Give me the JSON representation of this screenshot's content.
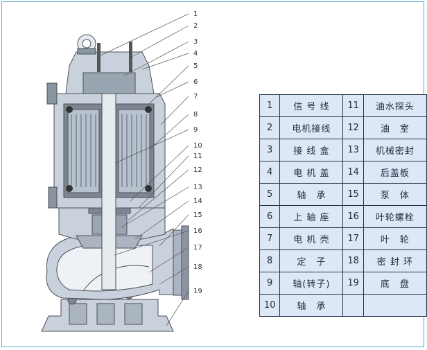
{
  "callouts": [
    "1",
    "2",
    "3",
    "4",
    "5",
    "6",
    "7",
    "8",
    "9",
    "10",
    "11",
    "12",
    "13",
    "14",
    "15",
    "16",
    "17",
    "18",
    "19"
  ],
  "legend": {
    "rows": [
      [
        {
          "num": "1",
          "name": "信 号 线"
        },
        {
          "num": "11",
          "name": "油水探头"
        }
      ],
      [
        {
          "num": "2",
          "name": "电机接线"
        },
        {
          "num": "12",
          "name": "油　室"
        }
      ],
      [
        {
          "num": "3",
          "name": "接 线 盒"
        },
        {
          "num": "13",
          "name": "机械密封"
        }
      ],
      [
        {
          "num": "4",
          "name": "电 机 盖"
        },
        {
          "num": "14",
          "name": "后盖板"
        }
      ],
      [
        {
          "num": "5",
          "name": "轴　承"
        },
        {
          "num": "15",
          "name": "泵　体"
        }
      ],
      [
        {
          "num": "6",
          "name": "上 轴 座"
        },
        {
          "num": "16",
          "name": "叶轮螺栓"
        }
      ],
      [
        {
          "num": "7",
          "name": "电 机 壳"
        },
        {
          "num": "17",
          "name": "叶　轮"
        }
      ],
      [
        {
          "num": "8",
          "name": "定　子"
        },
        {
          "num": "18",
          "name": "密 封 环"
        }
      ],
      [
        {
          "num": "9",
          "name": "轴(转子)"
        },
        {
          "num": "19",
          "name": "底　盘"
        }
      ],
      [
        {
          "num": "10",
          "name": "轴　承"
        },
        {
          "num": "",
          "name": ""
        }
      ]
    ]
  },
  "colors": {
    "body_fill": "#c9d2dc",
    "dark_fill": "#7d8793",
    "coil_fill": "#b7c2ce",
    "table_bg": "#dde8f6",
    "frame": "#5aa7d8"
  }
}
